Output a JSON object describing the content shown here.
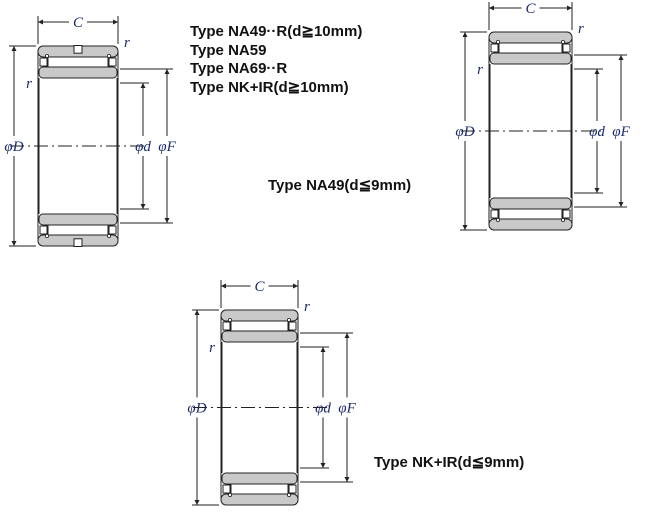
{
  "type_labels": {
    "group_top": [
      "Type NA49··R(d≧10mm)",
      "Type NA59",
      "Type NA69··R",
      "Type NK+IR(d≧10mm)"
    ],
    "na49_small": "Type NA49(d≦9mm)",
    "nkir_small": "Type NK+IR(d≦9mm)"
  },
  "dimensions": {
    "width": "C",
    "chamfer": "r",
    "outer_diameter": "φD",
    "bore_diameter": "φd",
    "roller_diameter": "φF"
  },
  "colors": {
    "ring_fill": "#c9c9c9",
    "line": "#222222",
    "dim_text": "#1a2a6a"
  }
}
